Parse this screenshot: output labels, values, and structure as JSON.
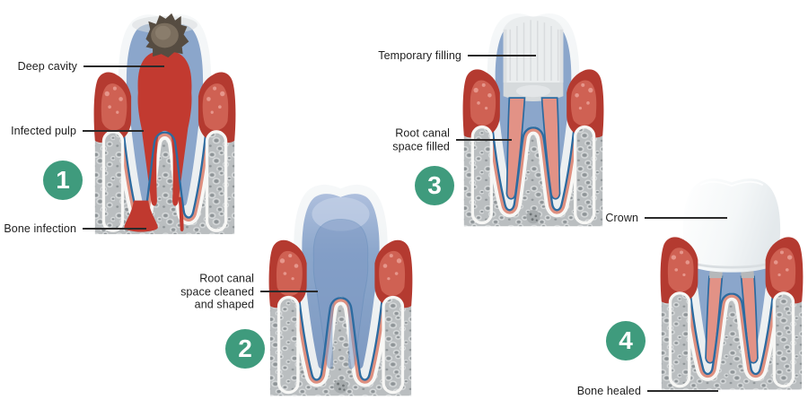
{
  "steps": [
    {
      "number": "1",
      "labels": {
        "deep_cavity": "Deep cavity",
        "infected_pulp": "Infected pulp",
        "bone_infection": "Bone infection"
      }
    },
    {
      "number": "2",
      "labels": {
        "root_canal_cleaned": "Root canal\nspace cleaned\nand shaped"
      }
    },
    {
      "number": "3",
      "labels": {
        "temporary_filling": "Temporary filling",
        "root_canal_filled": "Root canal\nspace filled"
      }
    },
    {
      "number": "4",
      "labels": {
        "crown": "Crown",
        "bone_healed": "Bone healed"
      }
    }
  ],
  "colors": {
    "step_badge_green": "#3f9b7d",
    "gum_red": "#b43a30",
    "gum_inner_salmon": "#cf6153",
    "ligament_white": "#f7f7f5",
    "ligament_salmon": "#de8f7f",
    "bone_gray": "#babec0",
    "dentin_blue": "#8ba6cb",
    "canal_outline_blue": "#2c6ba0",
    "infection_red": "#c23a30",
    "filled_canal_salmon": "#e29286",
    "enamel_white": "#eef1f3",
    "temporary_filling_gray": "#eaedee",
    "label_text": "#1e1e1e"
  }
}
